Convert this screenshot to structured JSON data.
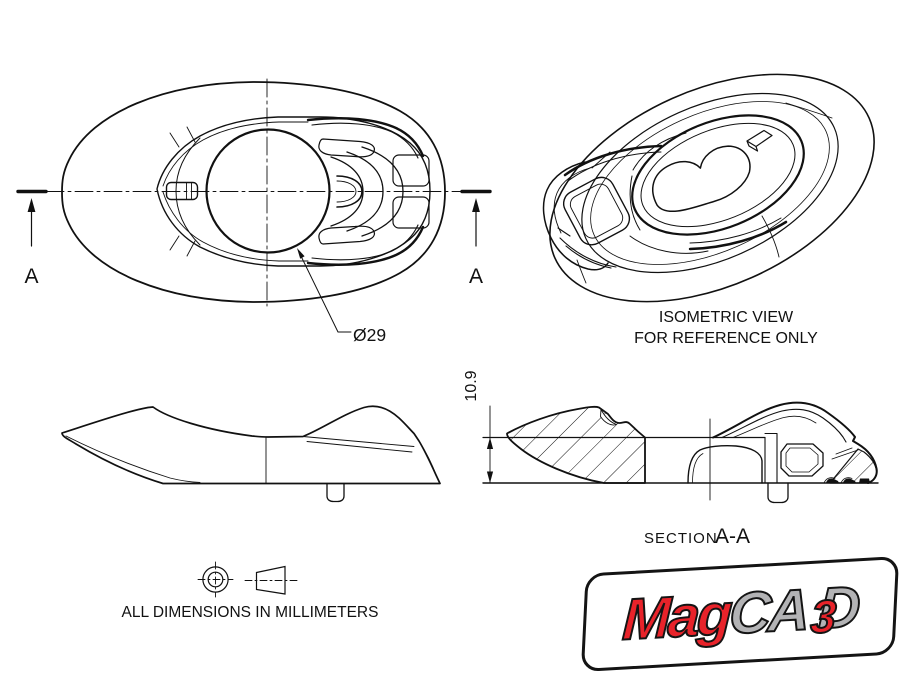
{
  "page": {
    "background": "#ffffff"
  },
  "colors": {
    "line": "#111111",
    "logo_red": "#e8232a",
    "logo_gray": "#b3b3b5",
    "logo_outline": "#141414"
  },
  "top_view": {
    "section_label_left": "A",
    "section_label_right": "A",
    "diameter_dimension": "Ø29"
  },
  "isometric_view": {
    "caption_line1": "ISOMETRIC VIEW",
    "caption_line2": "FOR REFERENCE ONLY"
  },
  "section_view": {
    "height_dimension": "10.9",
    "label_prefix": "SECTION",
    "label_name": "A-A"
  },
  "notes": {
    "units": "ALL DIMENSIONS IN MILLIMETERS"
  },
  "logo": {
    "part1": "Mag",
    "part2": "CA",
    "part3": "3",
    "part4": "D"
  }
}
